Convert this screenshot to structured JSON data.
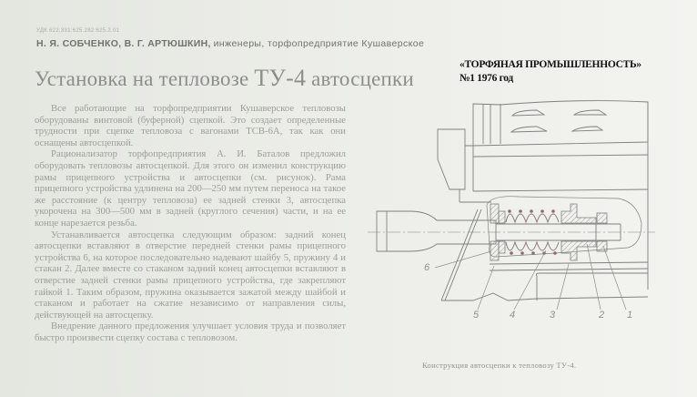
{
  "header": {
    "udk": "УДК 622.331:625.282:625.2.01",
    "authors_names": "Н. Я. СОБЧЕНКО, В. Г. АРТЮШКИН,",
    "authors_rest": "инженеры, торфопредприятие Кушаверское"
  },
  "title": {
    "part1": "Установка на тепловозе ",
    "part2": "ТУ-4",
    "part3": " автосцепки"
  },
  "journal": {
    "name": "«ТОРФЯНАЯ ПРОМЫШЛЕННОСТЬ»",
    "issue": "№1   1976 год"
  },
  "article": {
    "paragraphs": [
      "Все работающие на торфопредприятии Кушаверское тепловозы оборудованы винтовой (буферной) сцепкой. Это создает определенные трудности при сцепке тепловоза с вагонами ТСВ-6А, так как они оснащены автосцепкой.",
      "Рационализатор торфопредприятия А. И. Баталов предложил оборудовать тепловозы автосцепкой. Для этого он изменил конструкцию рамы прицепного устройства и автосцепки (см. рисунок). Рама прицепного устройства удлинена на 200—250 мм путем переноса на такое же расстояние (к центру тепловоза) ее задней стенки 3, автосцепка укорочена на 300—500 мм в задней (круглого сечения) части, и на ее конце нарезается резьба.",
      "Устанавливается автосцепка следующим образом: задний конец автосцепки вставляют в отверстие передней стенки рамы прицепного устройства 6, на которое последовательно надевают шайбу 5, пружину 4 и стакан 2. Далее вместе со стаканом задний конец автосцепки вставляют в отверстие задней стенки рамы прицепного устройства, где закрепляют гайкой 1. Таким образом, пружина оказывается зажатой между шайбой и стаканом и работает на сжатие независимо от направления силы, действующей на автосцепку.",
      "Внедрение данного предложения улучшает условия труда и позволяет быстро произвести сцепку состава с тепловозом."
    ]
  },
  "figure": {
    "caption": "Конструкция автосцепки к тепловозу ТУ-4.",
    "labels": {
      "l1": "1",
      "l2": "2",
      "l3": "3",
      "l4": "4",
      "l5": "5",
      "l6": "6"
    },
    "line_color": "#7e817d",
    "hatch_color": "#9a9c98",
    "spring_color": "#8a6e6e"
  }
}
